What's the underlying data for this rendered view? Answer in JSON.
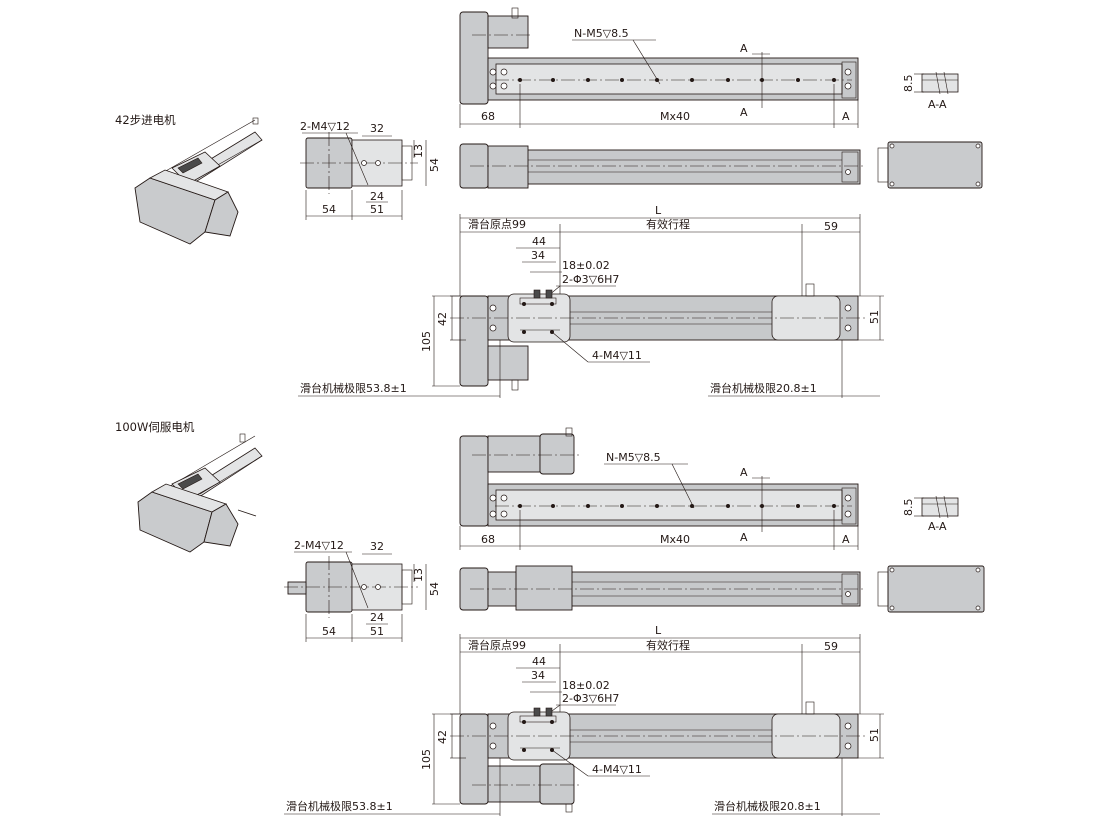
{
  "drawing": {
    "sections": [
      {
        "title": "42步进电机",
        "top_view": {
          "tap_note": "N-M5▽8.5",
          "section_mark": "A",
          "dim_left": "68",
          "dim_pitch": "Mx40",
          "dim_right": "A"
        },
        "section_aa": {
          "depth": "8.5",
          "label": "A-A"
        },
        "end_view": {
          "tap_note": "2-M4▽12",
          "dim_32": "32",
          "dim_13": "13",
          "dim_54v": "54",
          "dim_24": "24",
          "dim_54": "54",
          "dim_51": "51"
        },
        "bottom_view": {
          "dim_L": "L",
          "origin": "滑台原点99",
          "stroke": "有效行程",
          "dim_59": "59",
          "dim_44": "44",
          "dim_34": "34",
          "dim_18": "18±0.02",
          "pin_note": "2-Φ3▽6H7",
          "dim_42": "42",
          "dim_105": "105",
          "dim_51": "51",
          "slider_tap": "4-M4▽11",
          "limit_left": "滑台机械极限53.8±1",
          "limit_right": "滑台机械极限20.8±1"
        }
      },
      {
        "title": "100W伺服电机",
        "top_view": {
          "tap_note": "N-M5▽8.5",
          "section_mark": "A",
          "dim_left": "68",
          "dim_pitch": "Mx40",
          "dim_right": "A"
        },
        "section_aa": {
          "depth": "8.5",
          "label": "A-A"
        },
        "end_view": {
          "tap_note": "2-M4▽12",
          "dim_32": "32",
          "dim_13": "13",
          "dim_54v": "54",
          "dim_24": "24",
          "dim_54": "54",
          "dim_51": "51"
        },
        "bottom_view": {
          "dim_L": "L",
          "origin": "滑台原点99",
          "stroke": "有效行程",
          "dim_59": "59",
          "dim_44": "44",
          "dim_34": "34",
          "dim_18": "18±0.02",
          "pin_note": "2-Φ3▽6H7",
          "dim_42": "42",
          "dim_105": "105",
          "dim_51": "51",
          "slider_tap": "4-M4▽11",
          "limit_left": "滑台机械极限53.8±1",
          "limit_right": "滑台机械极限20.8±1"
        }
      }
    ]
  }
}
